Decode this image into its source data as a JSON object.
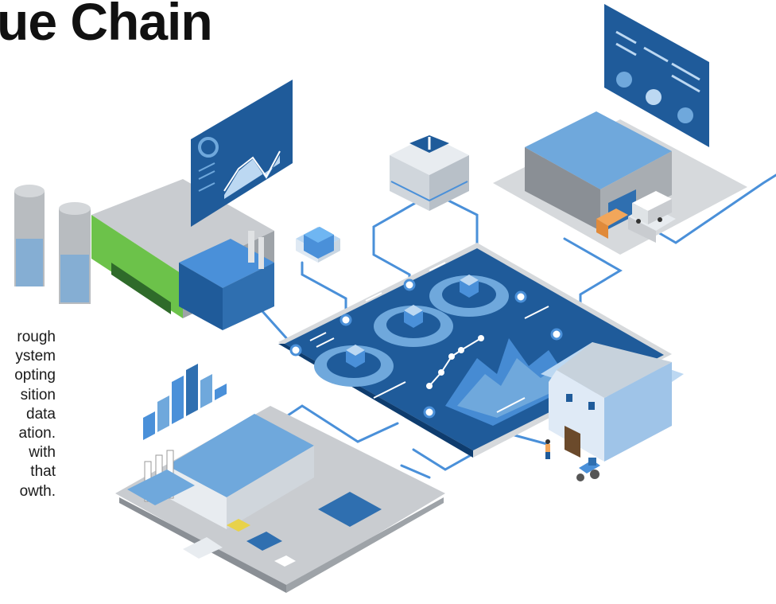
{
  "heading": {
    "title": "ue Chain"
  },
  "body_text": {
    "lines": [
      "rough",
      "ystem",
      "opting",
      "sition",
      "data",
      "ation.",
      "with",
      "that",
      "owth."
    ]
  },
  "colors": {
    "brand_blue": "#1f5b9a",
    "navy": "#0e3c6e",
    "accent_light_blue": "#6fa8dc",
    "connector": "#4a90d9",
    "factory_green": "#6cc24a",
    "gray": "#9ea3a8"
  },
  "illustration": {
    "items": [
      "factory-with-silos-icon",
      "analytics-panel-icon",
      "data-cube-icon",
      "server-node-icon",
      "warehouse-icon",
      "dashboard-panel-icon",
      "central-data-platform-icon",
      "farm-barn-icon",
      "industrial-plant-icon",
      "bar-chart-icon",
      "delivery-truck-icon",
      "tractor-icon",
      "worker-figure-icon"
    ]
  }
}
